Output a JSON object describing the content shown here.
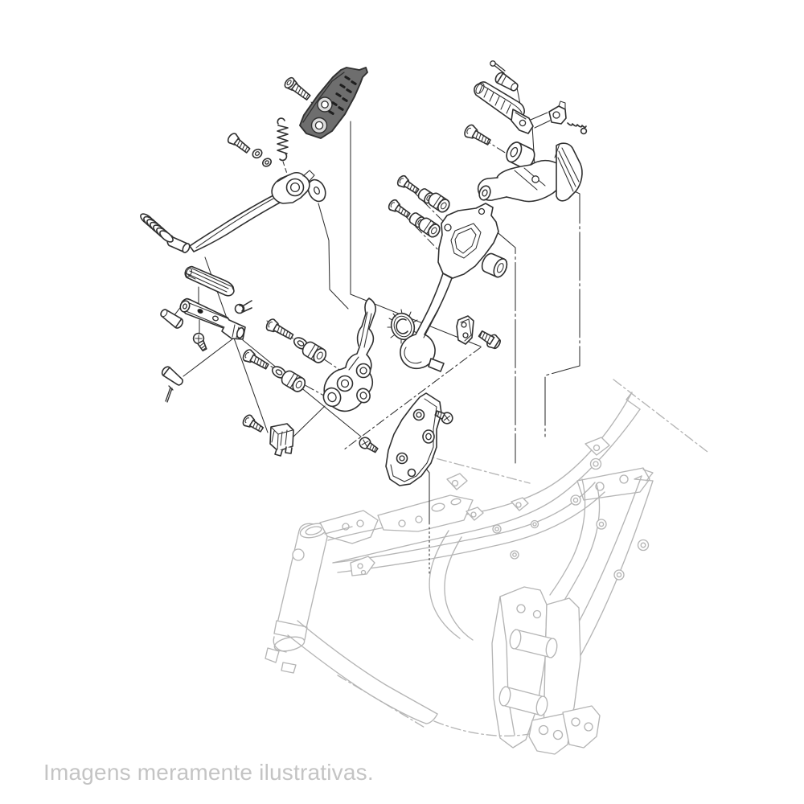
{
  "caption": {
    "text": "Imagens meramente ilustrativas."
  },
  "colors": {
    "ink": "#303030",
    "pad": "#6e6e6e",
    "slot": "#1f1f1f",
    "ghost": "#b5b5b5",
    "caption": "#c4c4c4",
    "bg": "#ffffff"
  },
  "diagram": {
    "type": "exploded-parts-diagram",
    "subject": "Motorcycle footrest and brake pedal assembly shown exploded above a ghosted frame",
    "parts": [
      {
        "id": "pad-screw",
        "label": "Screw"
      },
      {
        "id": "brake-pedal-pad",
        "label": "Brake pedal pad"
      },
      {
        "id": "return-spring",
        "label": "Return spring"
      },
      {
        "id": "pivot-bolt",
        "label": "Pivot bolt"
      },
      {
        "id": "pivot-washers",
        "label": "Washers"
      },
      {
        "id": "pivot-washer-large",
        "label": "Large washer"
      },
      {
        "id": "brake-pedal-lever",
        "label": "Brake pedal lever"
      },
      {
        "id": "pedal-spring",
        "label": "Pedal coil spring"
      },
      {
        "id": "pedal-tip-pin",
        "label": "Pedal tip pin"
      },
      {
        "id": "front-footpeg-rubber",
        "label": "Front footrest rubber"
      },
      {
        "id": "front-footpeg-bracket",
        "label": "Front footrest holder"
      },
      {
        "id": "footpeg-clip-spring",
        "label": "Clip spring"
      },
      {
        "id": "footpeg-pin",
        "label": "Footrest pin"
      },
      {
        "id": "footpeg-cotter-pin",
        "label": "Cotter pin"
      },
      {
        "id": "footpeg-screw",
        "label": "Screw"
      },
      {
        "id": "mount-bolt-1",
        "label": "Mounting bolt"
      },
      {
        "id": "washer-1",
        "label": "Washer"
      },
      {
        "id": "damper-1",
        "label": "Rubber damper"
      },
      {
        "id": "mount-bolt-2",
        "label": "Mounting bolt"
      },
      {
        "id": "washer-2",
        "label": "Washer"
      },
      {
        "id": "damper-2",
        "label": "Rubber damper"
      },
      {
        "id": "front-bracket",
        "label": "Front footrest bracket"
      },
      {
        "id": "damper-ring",
        "label": "Damper ring"
      },
      {
        "id": "grommet",
        "label": "Grommet"
      },
      {
        "id": "upper-bolt-1",
        "label": "Bolt"
      },
      {
        "id": "collar-1",
        "label": "Collar"
      },
      {
        "id": "damper-3",
        "label": "Rubber damper"
      },
      {
        "id": "upper-bolt-2",
        "label": "Bolt"
      },
      {
        "id": "collar-2",
        "label": "Collar"
      },
      {
        "id": "damper-4",
        "label": "Rubber damper"
      },
      {
        "id": "center-bracket",
        "label": "Rear brake bracket"
      },
      {
        "id": "spacer-plate",
        "label": "Spacer plate"
      },
      {
        "id": "flange-bolt",
        "label": "Flange bolt"
      },
      {
        "id": "heel-guard-plate",
        "label": "Heel guard plate"
      },
      {
        "id": "heel-screw-1",
        "label": "Screw"
      },
      {
        "id": "heel-screw-2",
        "label": "Screw"
      },
      {
        "id": "stopper-block",
        "label": "Pedal stopper"
      },
      {
        "id": "stopper-bolt",
        "label": "Bolt"
      },
      {
        "id": "rear-cotter-pin",
        "label": "Cotter pin"
      },
      {
        "id": "rear-clevis-pin",
        "label": "Clevis pin"
      },
      {
        "id": "rear-footpeg",
        "label": "Rear footrest"
      },
      {
        "id": "rear-bracket-bolt",
        "label": "Bolt"
      },
      {
        "id": "rear-footrest-bracket",
        "label": "Rear footrest bracket"
      },
      {
        "id": "detent-bracket",
        "label": "Detent bracket"
      },
      {
        "id": "detent-spring",
        "label": "Detent spring"
      },
      {
        "id": "detent-ball",
        "label": "Detent ball"
      },
      {
        "id": "motorcycle-frame-ghost",
        "label": "Frame (reference)"
      }
    ]
  }
}
